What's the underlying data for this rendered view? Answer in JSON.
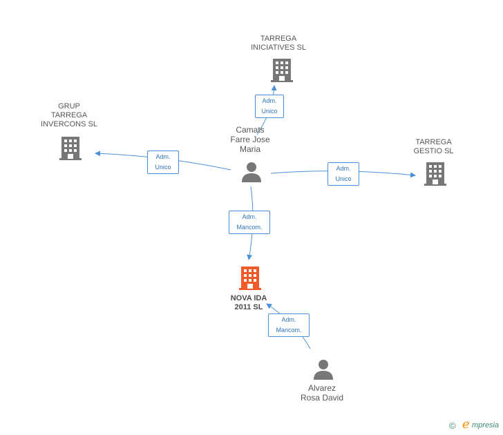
{
  "nodes": {
    "tarrega_iniciatives": {
      "lines": [
        "TARREGA",
        "INICIATIVES SL"
      ]
    },
    "grup_tarrega": {
      "lines": [
        "GRUP",
        "TARREGA",
        "INVERCONS SL"
      ]
    },
    "tarrega_gestio": {
      "lines": [
        "TARREGA",
        "GESTIO  SL"
      ]
    },
    "nova_ida": {
      "lines": [
        "NOVA IDA",
        "2011 SL"
      ]
    },
    "camats": {
      "lines": [
        "Camats",
        "Farre Jose",
        "Maria"
      ]
    },
    "alvarez": {
      "lines": [
        "Alvarez",
        "Rosa David"
      ]
    }
  },
  "edges": {
    "camats_iniciatives": {
      "line1": "Adm.",
      "line2": "Unico"
    },
    "camats_grup": {
      "line1": "Adm.",
      "line2": "Unico"
    },
    "camats_gestio": {
      "line1": "Adm.",
      "line2": "Unico"
    },
    "camats_nova": {
      "line1": "Adm.",
      "line2": "Mancom."
    },
    "alvarez_nova": {
      "line1": "Adm.",
      "line2": "Mancom."
    }
  },
  "footer": {
    "copyright": "©",
    "brand_initial": "e",
    "brand_rest": "mpresia"
  },
  "colors": {
    "edge": "#4a90d9",
    "company": "#777777",
    "focus_company": "#f05a28",
    "person": "#777777"
  }
}
